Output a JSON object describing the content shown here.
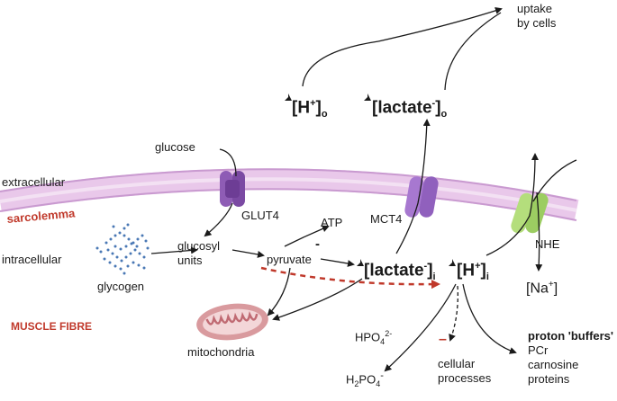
{
  "labels": {
    "uptake": [
      "uptake",
      "by cells"
    ],
    "h_out": {
      "prefix": "[H",
      "sup": "+",
      "mid": "]",
      "sub": "o"
    },
    "lactate_out": {
      "prefix": "[lactate",
      "sup": "-",
      "mid": "]",
      "sub": "o"
    },
    "glucose": "glucose",
    "extracellular": "extracellular",
    "sarcolemma": "sarcolemma",
    "glut4": "GLUT4",
    "mct4": "MCT4",
    "nhe": "NHE",
    "atp": "ATP",
    "glucosyl_units": [
      "glucosyl",
      "units"
    ],
    "intracellular": "intracellular",
    "pyruvate": "pyruvate",
    "pyruvate_sign": "-",
    "lactate_in": {
      "prefix": "[lactate",
      "sup": "-",
      "mid": "]",
      "sub": "i"
    },
    "h_in": {
      "prefix": "[H",
      "sup": "+",
      "mid": "]",
      "sub": "i"
    },
    "na": {
      "prefix": "[Na",
      "sup": "+",
      "mid": "]"
    },
    "glycogen": "glycogen",
    "muscle_fibre": "MUSCLE FIBRE",
    "hpo4": {
      "base": "HPO",
      "sub": "4",
      "sup": "2-"
    },
    "mitochondria": "mitochondria",
    "h2po4": {
      "a": "H",
      "sub1": "2",
      "b": "PO",
      "sub2": "4",
      "sup": "-"
    },
    "minus_sign": "–",
    "cellular_processes": [
      "cellular",
      "processes"
    ],
    "proton_buffers": "proton 'buffers'",
    "buffers": [
      "PCr",
      "carnosine",
      "proteins"
    ]
  },
  "colors": {
    "membrane": "#e9c8ea",
    "membrane_line": "#b98ab9",
    "glut4": "#8e5cb5",
    "mct4": "#9b6bc6",
    "nhe": "#a9d86e",
    "red_text": "#c0392b",
    "red_dash": "#c0392b",
    "glycogen_dots": "#4a78b5",
    "mito_outer": "#d99a9e",
    "mito_inner": "#c06a73"
  }
}
